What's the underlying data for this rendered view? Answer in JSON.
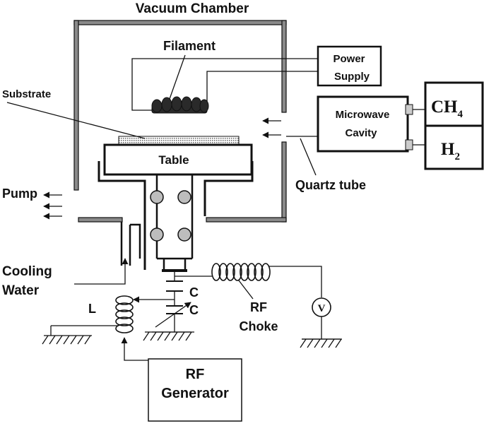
{
  "title": "Vacuum Chamber",
  "labels": {
    "filament": "Filament",
    "substrate": "Substrate",
    "table": "Table",
    "pump": "Pump",
    "cooling_line1": "Cooling",
    "cooling_line2": "Water",
    "inductor": "L",
    "capacitor_top": "C",
    "capacitor_bottom": "C",
    "rf_choke_line1": "RF",
    "rf_choke_line2": "Choke",
    "voltmeter": "V",
    "quartz_tube": "Quartz tube"
  },
  "boxes": {
    "power_supply_line1": "Power",
    "power_supply_line2": "Supply",
    "microwave_line1": "Microwave",
    "microwave_line2": "Cavity",
    "rf_generator_line1": "RF",
    "rf_generator_line2": "Generator"
  },
  "gases": {
    "ch4_base": "CH",
    "ch4_sub": "4",
    "h2_base": "H",
    "h2_sub": "2"
  },
  "colors": {
    "stroke": "#111111",
    "wall_fill": "#8a8a8a",
    "roller_fill": "#bdbdbd",
    "filament_fill": "#2a2a2a",
    "background": "#ffffff"
  }
}
